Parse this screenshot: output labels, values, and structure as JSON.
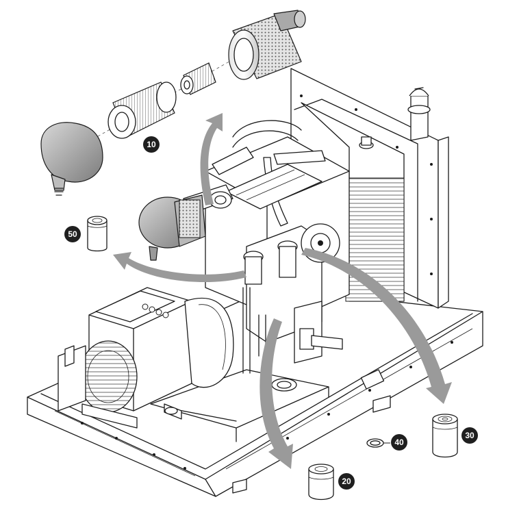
{
  "diagram": {
    "callouts": [
      {
        "label": "10",
        "part": "air-filter-element"
      },
      {
        "label": "20",
        "part": "fuel-filter"
      },
      {
        "label": "30",
        "part": "oil-filter"
      },
      {
        "label": "40",
        "part": "gasket-ring"
      },
      {
        "label": "50",
        "part": "fuel-prefilter"
      }
    ],
    "colors": {
      "line": "#1a1a1a",
      "callout_badge": "#1f1f1f",
      "arrow": "#9a9a9a",
      "part_fill_light": "#ececec",
      "part_fill_dark": "#8c8c8c"
    }
  }
}
